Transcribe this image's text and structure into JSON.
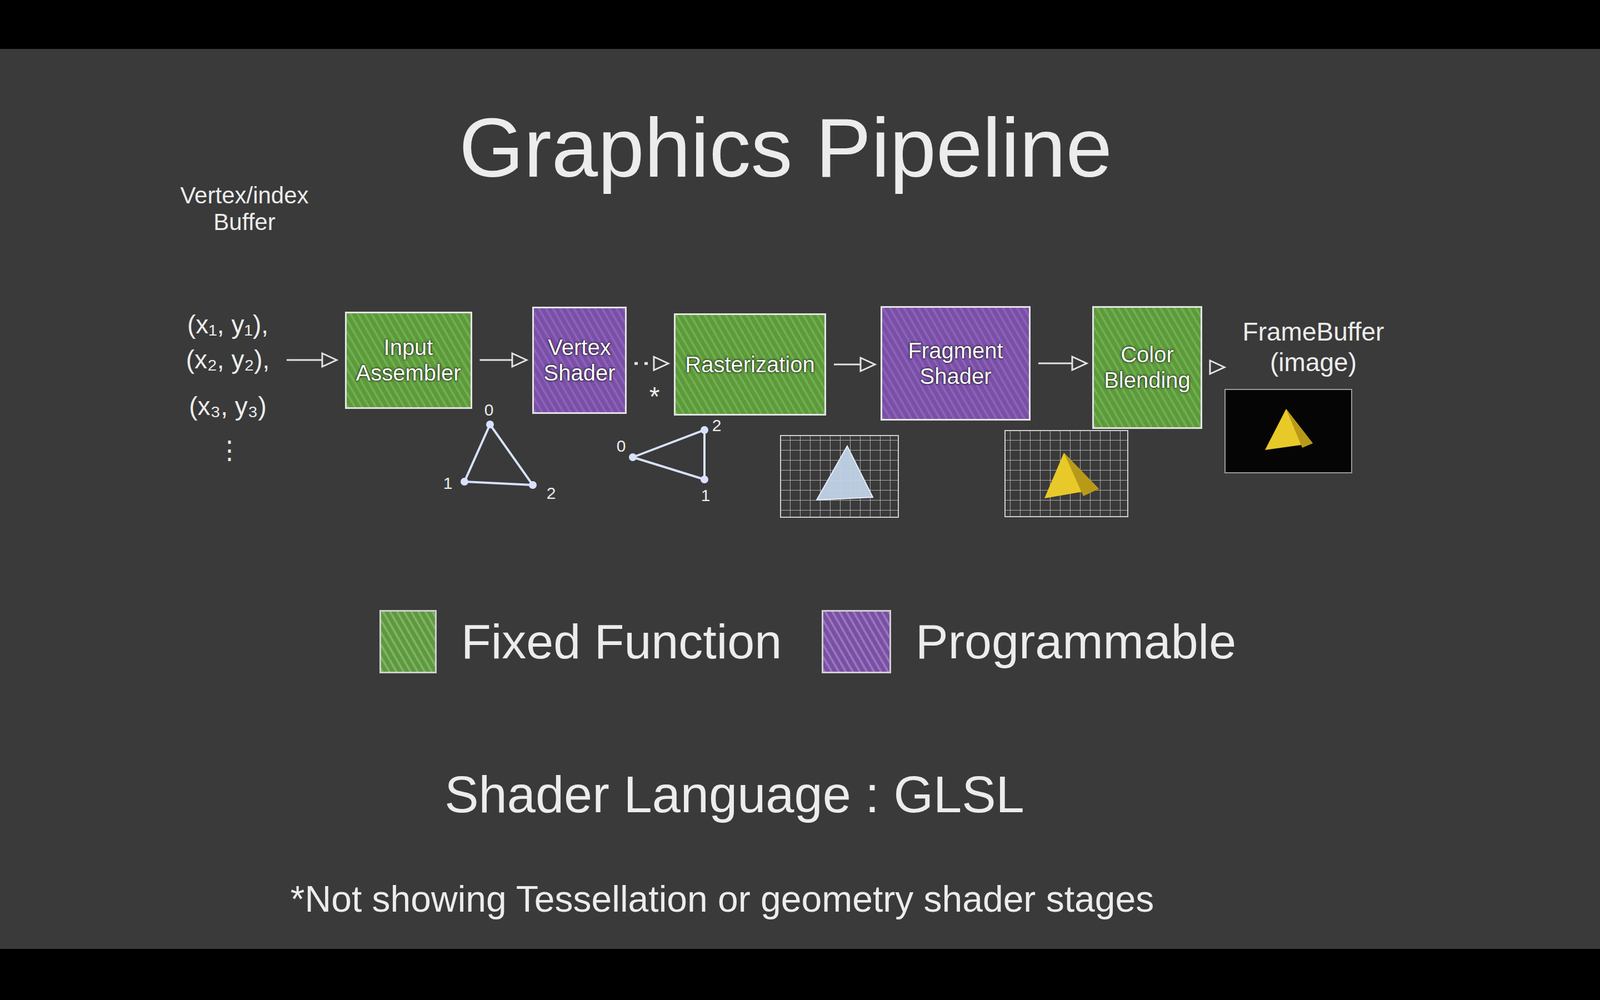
{
  "diagram": {
    "title": "Graphics Pipeline",
    "nodes": [
      {
        "text": [
          "Input Assembler"
        ]
      },
      {
        "text": [
          "Vertex Shader"
        ]
      },
      {
        "text": [
          "Rasterization"
        ]
      },
      {
        "text": [
          "Fragment Shader"
        ]
      },
      {
        "text": [
          "Color Blending"
        ]
      },
      {
        "text": [
          "FrameBuffer (image)"
        ]
      }
    ],
    "edges": [
      {
        "from": 0,
        "to": 1,
        "arrow": "to"
      },
      {
        "from": 1,
        "to": 2,
        "arrow": "to"
      },
      {
        "from": 2,
        "to": 3,
        "arrow": "to"
      },
      {
        "from": 3,
        "to": 4,
        "arrow": "to"
      },
      {
        "from": 4,
        "to": 5,
        "arrow": "to"
      }
    ],
    "labels": [
      "Vertex/index Buffer",
      "(x₁, y₁),",
      "(x₂, y₂),",
      "(x₃, y₃)",
      "⋮",
      "0",
      "1",
      "2",
      "*",
      "0",
      "2",
      "1",
      "Shader Language : GLSL",
      "*Not showing Tessellation or geometry shader stages"
    ],
    "legend": [
      {
        "text": "Fixed Function",
        "color": "#5c9a3c"
      },
      {
        "text": "Programmable",
        "color": "#7a4fa6"
      }
    ]
  }
}
